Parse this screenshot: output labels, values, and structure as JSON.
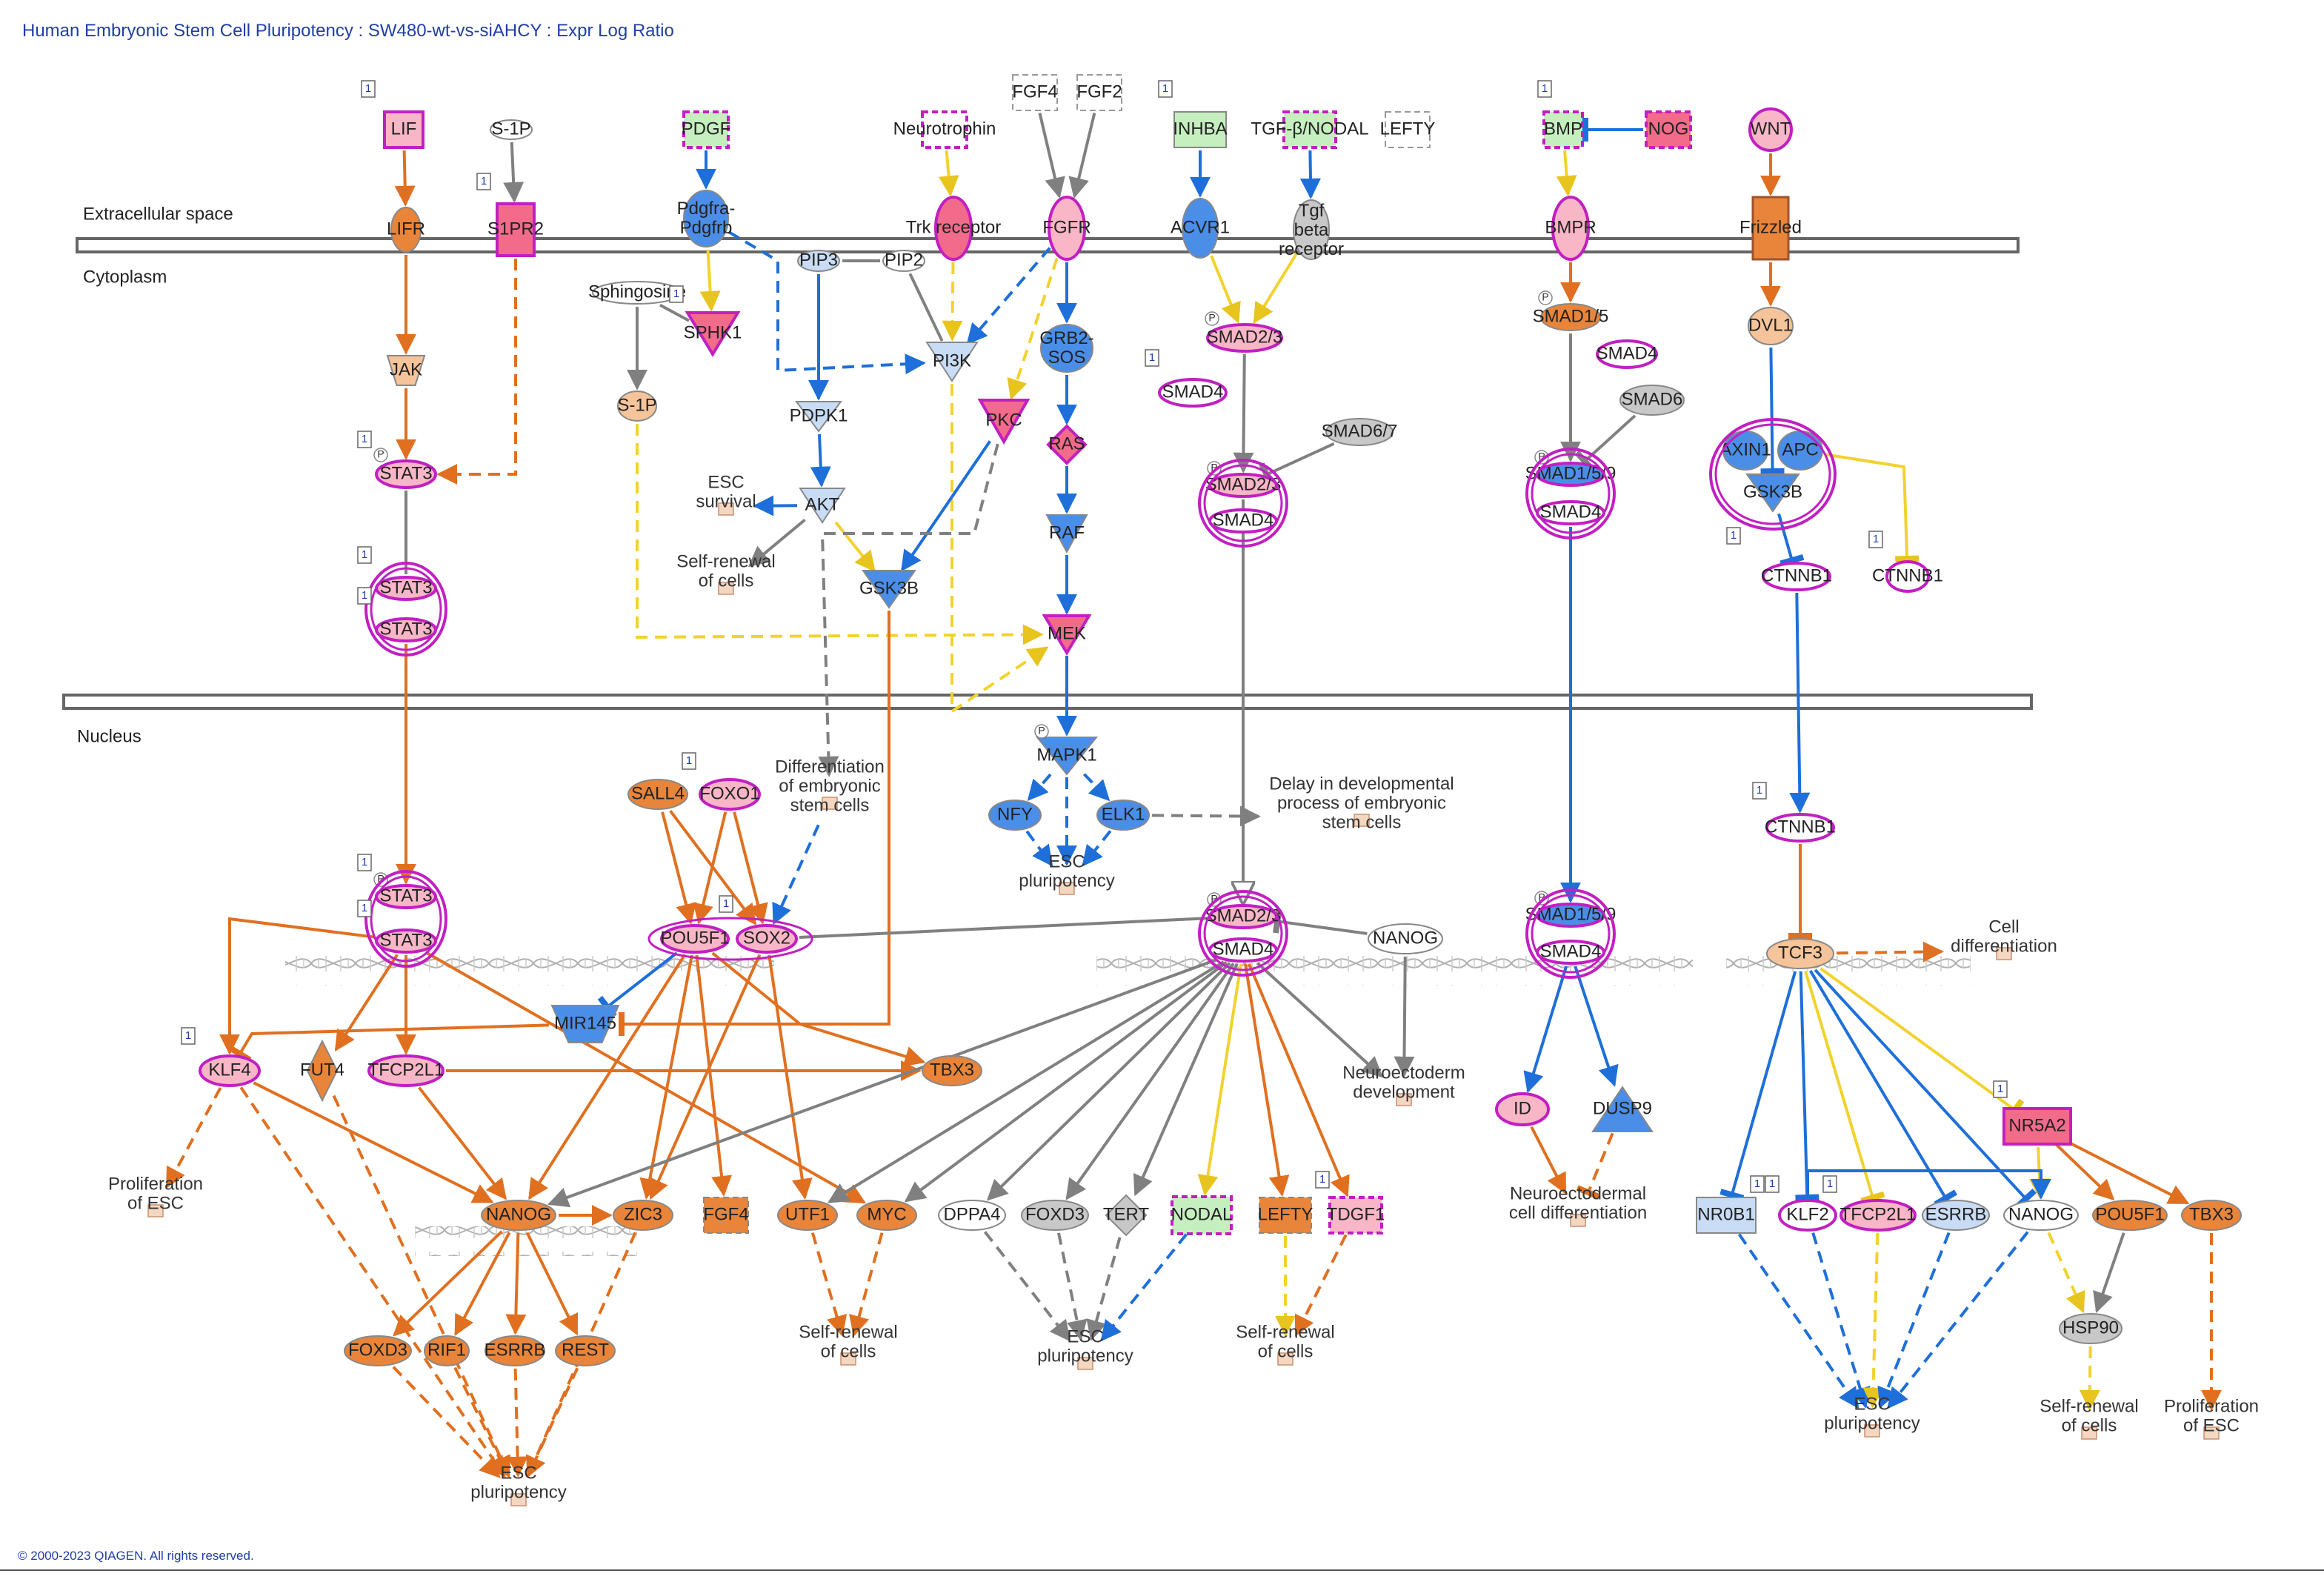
{
  "title": "Human Embryonic Stem Cell Pluripotency : SW480-wt-vs-siAHCY : Expr Log Ratio",
  "copyright": "© 2000-2023 QIAGEN. All rights reserved.",
  "compartments": {
    "extracellular": "Extracellular space",
    "cytoplasm": "Cytoplasm",
    "nucleus": "Nucleus"
  },
  "badge": "1",
  "phospho": "P",
  "colors": {
    "orange": "#e8853a",
    "light_orange": "#f5c49a",
    "pink": "#f9b6c6",
    "hot_pink": "#f26b8a",
    "blue": "#4a8ee8",
    "light_blue": "#c8dcf5",
    "green": "#c6efc0",
    "gray": "#c8c8c8",
    "magenta": "#c21fc2",
    "arrow_orange": "#e07020",
    "arrow_blue": "#1e6fd9",
    "arrow_yellow": "#f2d22e",
    "arrow_gray": "#808080"
  },
  "nodes": {
    "lif": "LIF",
    "s1p_top": "S-1P",
    "pdgf": "PDGF",
    "neurotrophin": "Neurotrophin",
    "fgf4_top": "FGF4",
    "fgf2_top": "FGF2",
    "inhba": "INHBA",
    "tgf_nodal": "TGF-β/NODAL",
    "lefty_top": "LEFTY",
    "bmp": "BMP",
    "nog": "NOG",
    "wnt": "WNT",
    "lifr": "LIFR",
    "s1pr2": "S1PR2",
    "pdgfra": "Pdgfra-Pdgfrb",
    "trk": "Trk receptor",
    "fgfr": "FGFR",
    "acvr1": "ACVR1",
    "tgfb_receptor": "Tgf beta receptor",
    "bmpr": "BMPR",
    "frizzled": "Frizzled",
    "pip3": "PIP3",
    "pip2": "PIP2",
    "sphingosine": "Sphingosine",
    "sphk1": "SPHK1",
    "pi3k": "PI3K",
    "grb2_sos": "GRB2-SOS",
    "smad23_c": "SMAD2/3",
    "smad15_c": "SMAD1/5",
    "dvl1": "DVL1",
    "jak": "JAK",
    "s1p_cyto": "S-1P",
    "pdpk1": "PDPK1",
    "pkc": "PKC",
    "ras": "RAS",
    "smad4_a": "SMAD4",
    "smad4_b": "SMAD4",
    "smad6": "SMAD6",
    "smad67": "SMAD6/7",
    "stat3_a": "STAT3",
    "esc_survival": "ESC survival",
    "akt": "AKT",
    "raf": "RAF",
    "smad23_cx": "SMAD2/3",
    "smad4_cx": "SMAD4",
    "smad159_cx": "SMAD1/5/9",
    "smad4_c2": "SMAD4",
    "axin1": "AXIN1",
    "apc": "APC",
    "gsk3b_w": "GSK3B",
    "stat3_d1": "STAT3",
    "stat3_d2": "STAT3",
    "self_renewal_1": "Self-renewal of cells",
    "gsk3b": "GSK3B",
    "mek": "MEK",
    "ctnnb1_a": "CTNNB1",
    "ctnnb1_b": "CTNNB1",
    "differentiation": "Differentiation of embryonic stem cells",
    "mapk1": "MAPK1",
    "nfy": "NFY",
    "elk1": "ELK1",
    "esc_pluri_1": "ESC pluripotency",
    "delay_dev": "Delay in developmental process of embryonic stem cells",
    "sall4": "SALL4",
    "foxo1": "FOXO1",
    "ctnnb1_n": "CTNNB1",
    "stat3_n1": "STAT3",
    "stat3_n2": "STAT3",
    "pou5f1_a": "POU5F1",
    "sox2": "SOX2",
    "smad23_n": "SMAD2/3",
    "smad4_n": "SMAD4",
    "nanog_a": "NANOG",
    "smad159_n": "SMAD1/5/9",
    "smad4_n2": "SMAD4",
    "tcf3": "TCF3",
    "cell_diff": "Cell differentiation",
    "mir145": "MIR145",
    "klf4": "KLF4",
    "fut4": "FUT4",
    "tfcp2l1_a": "TFCP2L1",
    "tbx3_a": "TBX3",
    "neuroectoderm_dev": "Neuroectoderm development",
    "id": "ID",
    "dusp9": "DUSP9",
    "nr5a2": "NR5A2",
    "prolif_esc_1": "Proliferation of ESC",
    "nanog_b": "NANOG",
    "zic3": "ZIC3",
    "fgf4": "FGF4",
    "utf1": "UTF1",
    "myc": "MYC",
    "dppa4": "DPPA4",
    "foxd3_a": "FOXD3",
    "tert": "TERT",
    "nodal": "NODAL",
    "lefty": "LEFTY",
    "tdgf1": "TDGF1",
    "neuroectodermal_diff": "Neuroectodermal cell differentiation",
    "nr0b1": "NR0B1",
    "klf2": "KLF2",
    "tfcp2l1_b": "TFCP2L1",
    "esrrb_b": "ESRRB",
    "nanog_c": "NANOG",
    "pou5f1_b": "POU5F1",
    "tbx3_b": "TBX3",
    "foxd3_b": "FOXD3",
    "rif1": "RIF1",
    "esrrb_a": "ESRRB",
    "rest": "REST",
    "self_renewal_2": "Self-renewal of cells",
    "esc_pluri_2": "ESC pluripotency",
    "self_renewal_3": "Self-renewal of cells",
    "hsp90": "HSP90",
    "esc_pluri_3": "ESC pluripotency",
    "self_renewal_4": "Self-renewal of cells",
    "prolif_esc_2": "Proliferation of ESC",
    "esc_pluri_4": "ESC pluripotency"
  }
}
